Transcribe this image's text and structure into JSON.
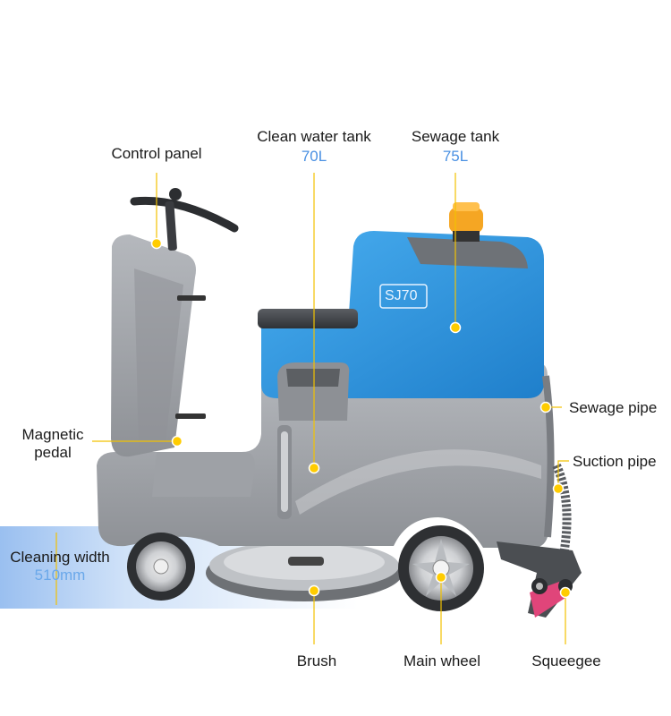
{
  "colors": {
    "accent_value": "#4a90e2",
    "leader_line": "#f2c200",
    "marker_dot": "#ffcc00",
    "machine_blue": "#2f93dd",
    "machine_grey": "#a3a6ab"
  },
  "model_plate": "SJ70",
  "labels": {
    "control_panel": "Control panel",
    "clean_water_tank": "Clean water tank",
    "clean_water_capacity": "70L",
    "sewage_tank": "Sewage tank",
    "sewage_capacity": "75L",
    "sewage_pipe": "Sewage pipe",
    "suction_pipe": "Suction pipe",
    "magnetic_pedal_line1": "Magnetic",
    "magnetic_pedal_line2": "pedal",
    "cleaning_width": "Cleaning width",
    "cleaning_width_value": "510mm",
    "brush": "Brush",
    "main_wheel": "Main wheel",
    "squeegee": "Squeegee"
  }
}
